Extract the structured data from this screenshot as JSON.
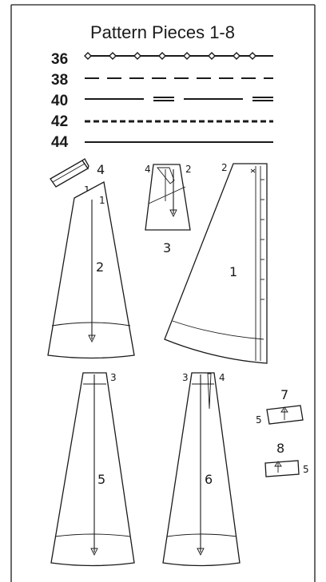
{
  "title": "Pattern Pieces 1-8",
  "legend": [
    {
      "size": "36",
      "style": "diamond"
    },
    {
      "size": "38",
      "style": "long-dash"
    },
    {
      "size": "40",
      "style": "dash-dot"
    },
    {
      "size": "42",
      "style": "short-dash"
    },
    {
      "size": "44",
      "style": "solid"
    }
  ],
  "pieces": {
    "p1": {
      "number": "1",
      "mark_top": "2"
    },
    "p2": {
      "number": "2",
      "mark_top": "1"
    },
    "p3": {
      "number": "3",
      "mark_left": "4",
      "mark_right": "2"
    },
    "p4": {
      "number": "4",
      "mark": "1"
    },
    "p5": {
      "number": "5",
      "mark": "3"
    },
    "p6": {
      "number": "6",
      "mark_left": "3",
      "mark_right": "4"
    },
    "p7": {
      "number": "7",
      "mark": "5"
    },
    "p8": {
      "number": "8",
      "mark": "5"
    }
  },
  "colors": {
    "line": "#1a1a1a",
    "background": "#ffffff"
  }
}
